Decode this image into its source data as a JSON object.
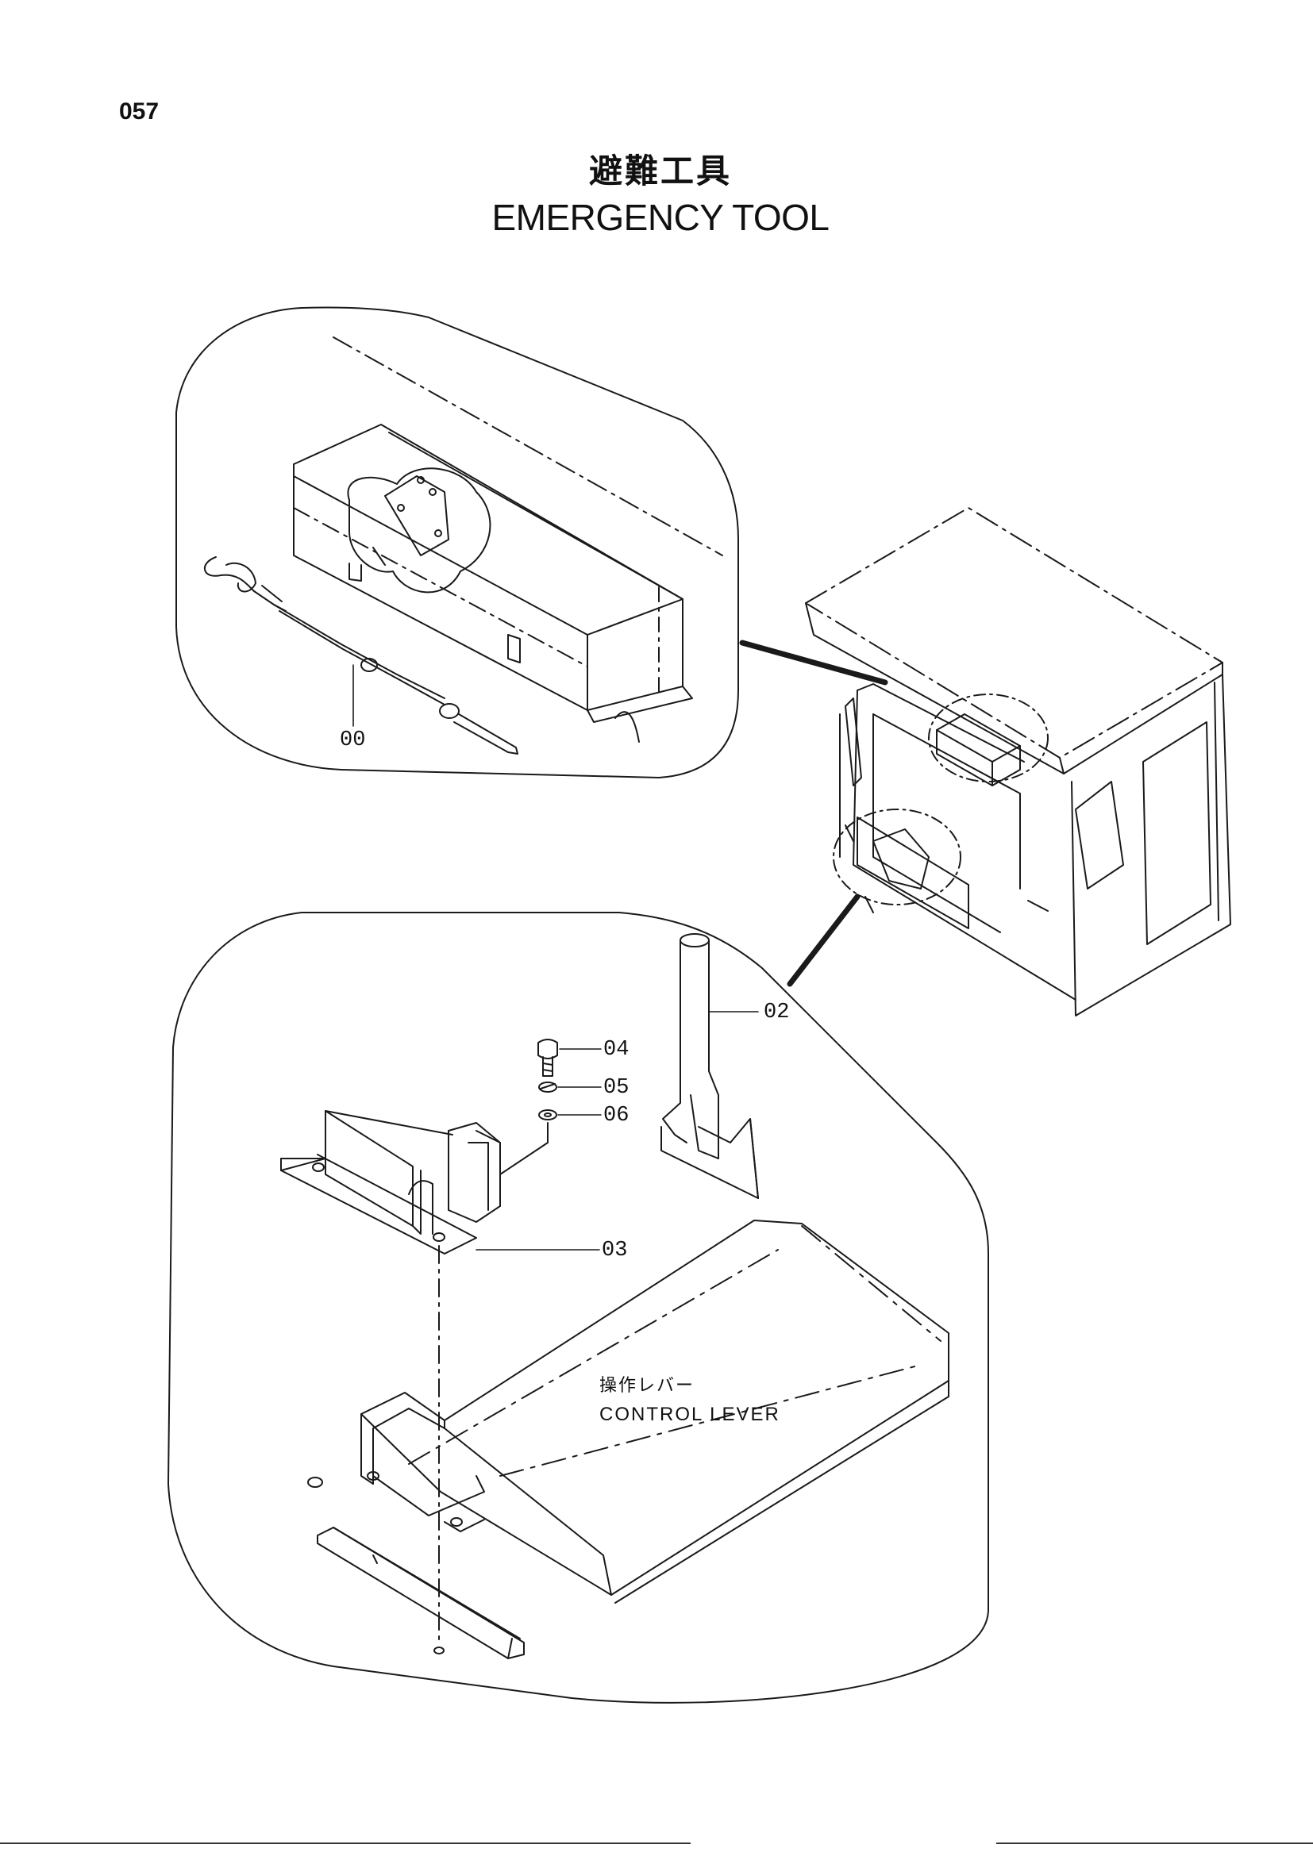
{
  "page_number": "057",
  "title": {
    "japanese": "避難工具",
    "english": "EMERGENCY TOOL"
  },
  "callouts": {
    "c00": "00",
    "c02": "02",
    "c03": "03",
    "c04": "04",
    "c05": "05",
    "c06": "06"
  },
  "control_lever": {
    "japanese": "操作レバー",
    "english": "CONTROL LEVER"
  }
}
